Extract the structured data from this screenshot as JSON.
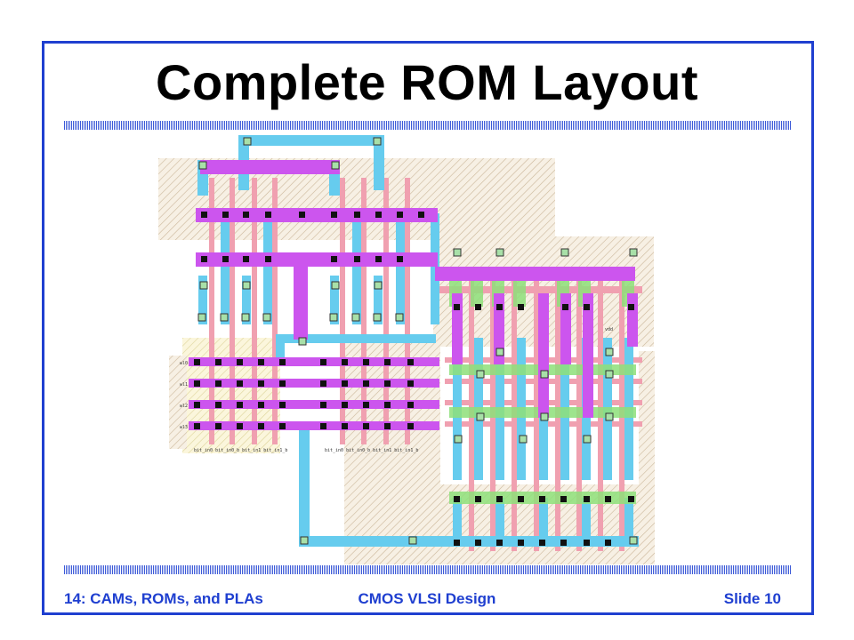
{
  "slide": {
    "title": "Complete ROM Layout",
    "footer_left": "14: CAMs, ROMs, and PLAs",
    "footer_center": "CMOS VLSI Design",
    "footer_right": "Slide 10"
  },
  "layout_labels": {
    "bit_labels_left": "bit_in0 bit_in0_b bit_in1 bit_in1_b",
    "bit_labels_right": "bit_in0 bit_in0_b bit_in1 bit_in1_b",
    "vdd": "vdd",
    "wl0": "wl0",
    "wl1": "wl1",
    "wl2": "wl2",
    "wl3": "wl3"
  },
  "colors": {
    "border": "#1f3fd0",
    "footer": "#1f3fd0",
    "metal1": "#66ccee",
    "metal2": "#cc55ee",
    "poly": "#f0a0b0",
    "diffusion": "#66dd55",
    "well": "#d8c8a8",
    "contact": "#111111",
    "via": "#88dd88"
  }
}
